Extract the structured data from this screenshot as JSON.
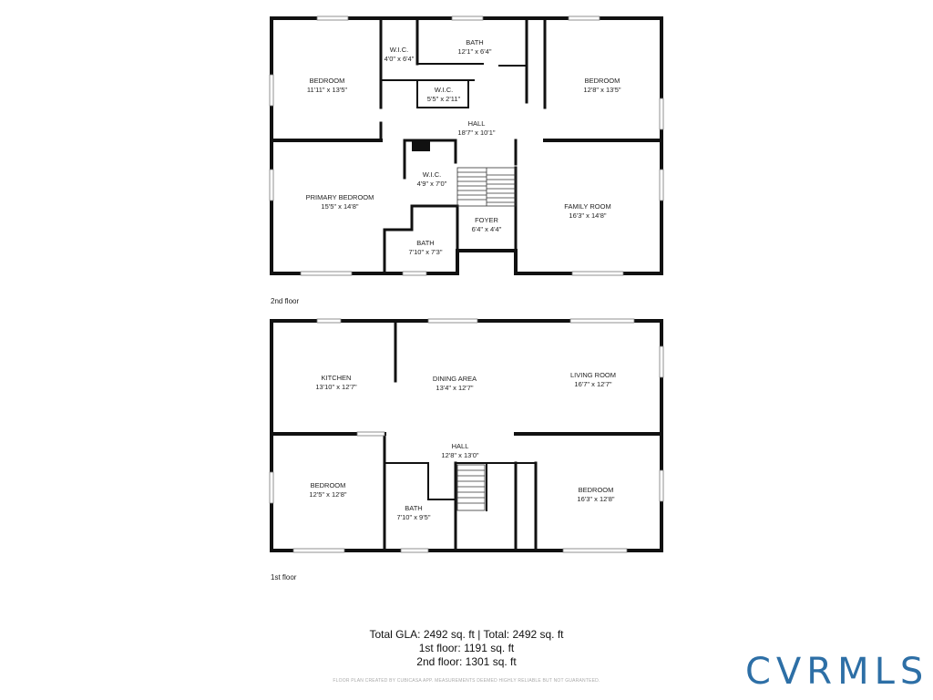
{
  "floors": {
    "second": {
      "label": "2nd floor",
      "rooms": [
        {
          "id": "bedroom-nw",
          "name": "BEDROOM",
          "size": "11'11\" x 13'5\""
        },
        {
          "id": "wic-a",
          "name": "W.I.C.",
          "size": "4'0\" x 6'4\""
        },
        {
          "id": "bath-top",
          "name": "BATH",
          "size": "12'1\" x 6'4\""
        },
        {
          "id": "bedroom-ne",
          "name": "BEDROOM",
          "size": "12'8\" x 13'5\""
        },
        {
          "id": "wic-b",
          "name": "W.I.C.",
          "size": "5'5\" x 2'11\""
        },
        {
          "id": "hall-2",
          "name": "HALL",
          "size": "18'7\" x 10'1\""
        },
        {
          "id": "wic-c",
          "name": "W.I.C.",
          "size": "4'9\" x 7'0\""
        },
        {
          "id": "primary-bedroom",
          "name": "PRIMARY BEDROOM",
          "size": "15'5\" x 14'8\""
        },
        {
          "id": "family-room",
          "name": "FAMILY ROOM",
          "size": "16'3\" x 14'8\""
        },
        {
          "id": "foyer",
          "name": "FOYER",
          "size": "6'4\" x 4'4\""
        },
        {
          "id": "bath-primary",
          "name": "BATH",
          "size": "7'10\" x 7'3\""
        }
      ]
    },
    "first": {
      "label": "1st floor",
      "rooms": [
        {
          "id": "kitchen",
          "name": "KITCHEN",
          "size": "13'10\" x 12'7\""
        },
        {
          "id": "dining",
          "name": "DINING AREA",
          "size": "13'4\" x 12'7\""
        },
        {
          "id": "living",
          "name": "LIVING ROOM",
          "size": "16'7\" x 12'7\""
        },
        {
          "id": "hall-1",
          "name": "HALL",
          "size": "12'8\" x 13'0\""
        },
        {
          "id": "bedroom-sw",
          "name": "BEDROOM",
          "size": "12'5\" x 12'8\""
        },
        {
          "id": "bedroom-se",
          "name": "BEDROOM",
          "size": "16'3\" x 12'8\""
        },
        {
          "id": "bath-1",
          "name": "BATH",
          "size": "7'10\" x 9'5\""
        }
      ]
    }
  },
  "totals": {
    "gla": "Total GLA: 2492 sq. ft | Total: 2492 sq. ft",
    "first": "1st floor: 1191 sq. ft",
    "second": "2nd floor: 1301 sq. ft"
  },
  "disclaimer": "FLOOR PLAN CREATED BY CUBICASA APP. MEASUREMENTS DEEMED HIGHLY RELIABLE BUT NOT GUARANTEED.",
  "logo": {
    "text": "CVRMLS",
    "color": "#2d6fa6"
  }
}
